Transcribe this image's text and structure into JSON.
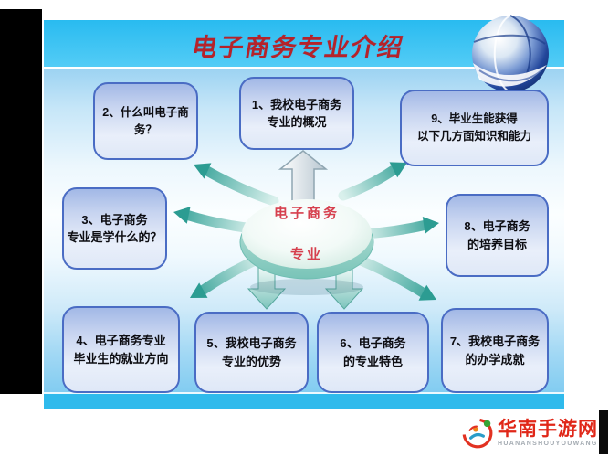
{
  "slide": {
    "title": "电子商务专业介绍",
    "hub": {
      "line1": "电子商务",
      "line2": "专业"
    },
    "nodes": [
      {
        "line1": "1、我校电子商务",
        "line2": "专业的概况"
      },
      {
        "line1": "2、什么叫电子商务？",
        "line2": ""
      },
      {
        "line1": "3、电子商务",
        "line2": "专业是学什么的？"
      },
      {
        "line1": "4、电子商务专业",
        "line2": "毕业生的就业方向"
      },
      {
        "line1": "5、我校电子商务",
        "line2": "专业的优势"
      },
      {
        "line1": "6、电子商务",
        "line2": "的专业特色"
      },
      {
        "line1": "7、我校电子商务",
        "line2": "的办学成就"
      },
      {
        "line1": "8、电子商务",
        "line2": "的培养目标"
      },
      {
        "line1": "9、毕业生能获得",
        "line2": "以下几方面知识和能力"
      }
    ]
  },
  "watermark": {
    "name": "华南手游网",
    "romanized": "HUANANSHOUYOUWANG"
  },
  "colors": {
    "title_red": "#b5232a",
    "hub_text_red": "#d6404e",
    "box_border_blue": "#4a6cc4",
    "band_cyan": "#2fbaec",
    "arrow_teal": "#2c9c92",
    "logo_red": "#e02718"
  }
}
